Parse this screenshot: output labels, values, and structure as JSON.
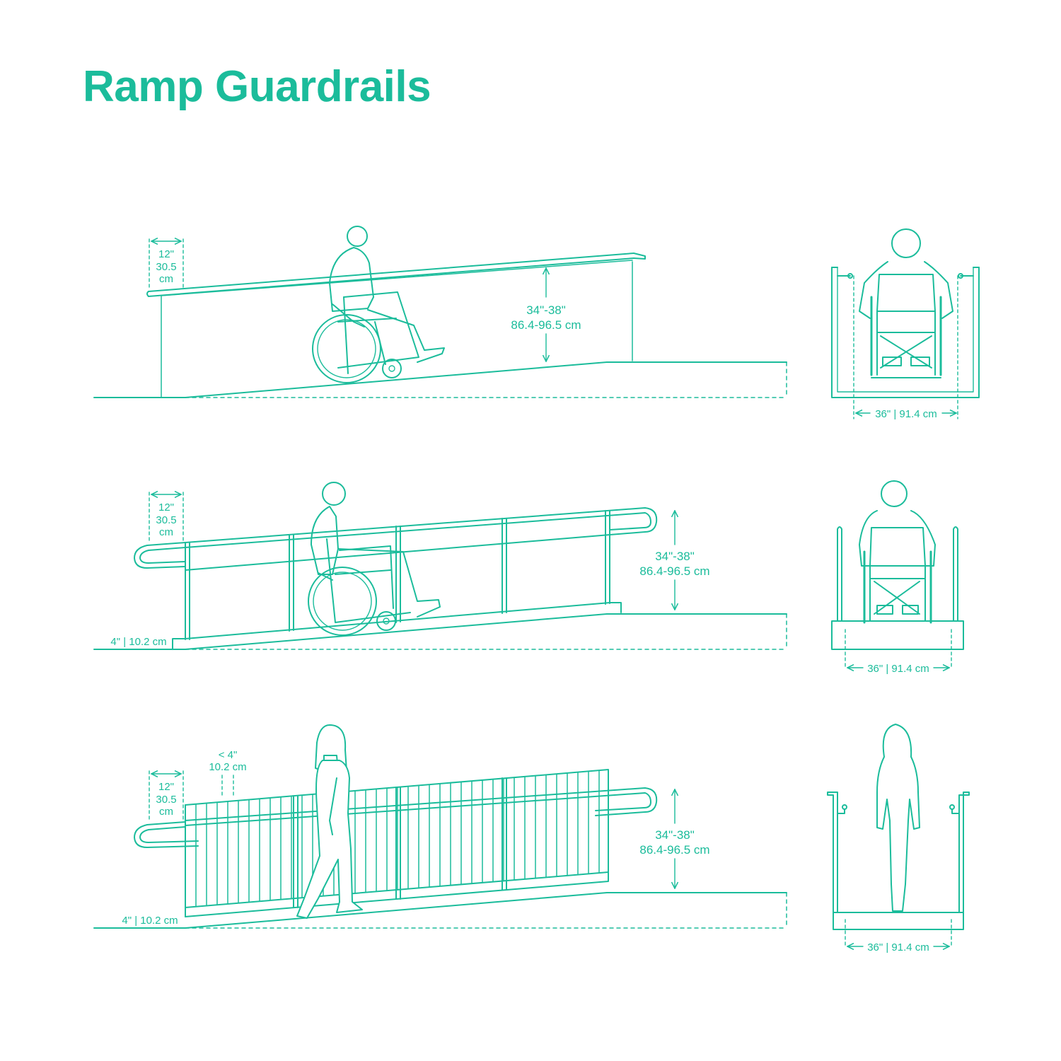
{
  "title": "Ramp Guardrails",
  "colors": {
    "accent": "#1bbc9b",
    "background": "#ffffff"
  },
  "diagrams": [
    {
      "variant": "handrail-on-wall",
      "extension": {
        "inch": "12\"",
        "cm_value": "30.5",
        "cm_unit": "cm"
      },
      "height": {
        "imperial": "34\"-38\"",
        "metric": "86.4-96.5 cm"
      },
      "front_width": "36\" | 91.4 cm"
    },
    {
      "variant": "rail-with-posts",
      "extension": {
        "inch": "12\"",
        "cm_value": "30.5",
        "cm_unit": "cm"
      },
      "height": {
        "imperial": "34\"-38\"",
        "metric": "86.4-96.5 cm"
      },
      "curb": "4\" | 10.2 cm",
      "front_width": "36\" | 91.4 cm"
    },
    {
      "variant": "guardrail-with-balusters",
      "extension": {
        "inch": "12\"",
        "cm_value": "30.5",
        "cm_unit": "cm"
      },
      "baluster_gap": {
        "imperial": "< 4\"",
        "metric": "10.2 cm"
      },
      "height": {
        "imperial": "34\"-38\"",
        "metric": "86.4-96.5 cm"
      },
      "curb": "4\" | 10.2 cm",
      "front_width": "36\" | 91.4 cm"
    }
  ]
}
